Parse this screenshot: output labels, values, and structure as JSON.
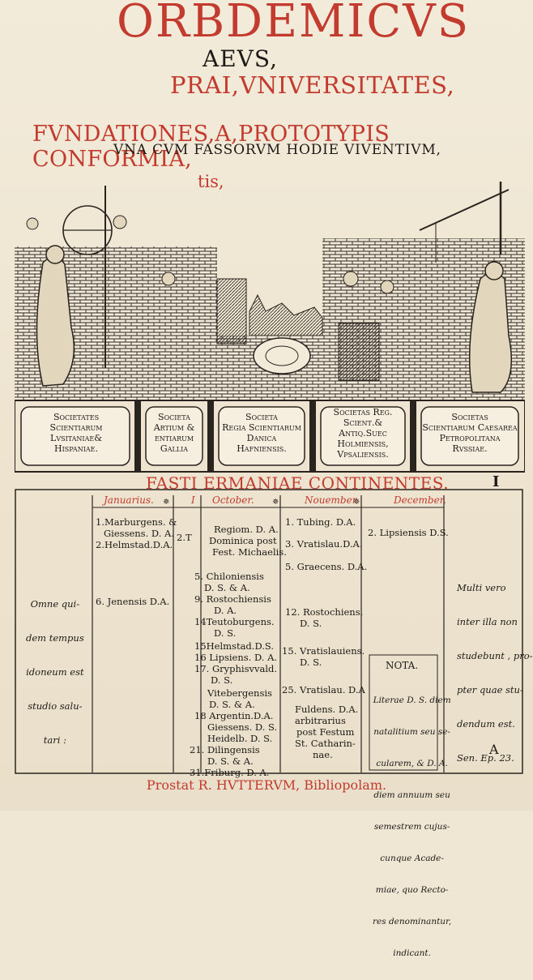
{
  "title": {
    "line1": "ORBDEMICVS",
    "line2": "AEVS,",
    "line3": "PRAI,VNIVERSITATES,",
    "line4": "FVNDATIONES,A,PROTOTYPIS CONFORMIA,",
    "line5": "VNA CVM FASSORVM HODIE VIVENTIVM,",
    "line6": "tis,"
  },
  "societies": [
    {
      "lines": [
        "Societates",
        "Scientiarum",
        "Lvsitaniae&",
        "Hispaniae."
      ]
    },
    {
      "lines": [
        "Societa",
        "Artium &",
        "entiarum",
        "Gallia"
      ]
    },
    {
      "lines": [
        "Societa",
        "Regia Scientiarum",
        "Danica",
        "Hafniensis."
      ]
    },
    {
      "lines": [
        "Societas Reg.",
        "Scient.& Antiq.Suec",
        "Holmiensis,",
        "Vpsaliensis."
      ]
    },
    {
      "lines": [
        "Societas",
        "Scientiarum Caesarea",
        "Petropolitana",
        "Rvssiae."
      ]
    }
  ],
  "fasti": {
    "title": "FASTI ERMANIAE CONTINENTES.",
    "page_number": "I",
    "months": [
      "Januarius.",
      "I",
      "October.",
      "Nouember.",
      "December."
    ],
    "left_note": [
      "Omne qui-",
      "dem tempus",
      "idoneum est",
      "studio salu-",
      "tari :"
    ],
    "right_note": [
      "Multi vero",
      "inter illa non",
      "studebunt , pro-",
      "pter quae stu-",
      "dendum est.",
      "Sen. Ep. 23."
    ],
    "jan_entries": [
      "1.Marburgens. &",
      "Giessens. D. A.",
      "2.Helmstad.D.A.",
      "6. Jenensis D.A."
    ],
    "col2_entry": "2.T",
    "oct_entries": [
      "Regiom. D. A.",
      "Dominica post",
      "Fest. Michaelis.",
      "5. Chiloniensis",
      "D. S. & A.",
      "9. Rostochiensis",
      "D. A.",
      "14Teutoburgens.",
      "D. S.",
      "15Helmstad.D.S.",
      "16 Lipsiens. D. A.",
      "17. Gryphisvvald.",
      "D. S.",
      "Vitebergensis",
      "D. S. & A.",
      "18 Argentin.D.A.",
      "Giessens. D. S.",
      "Heidelb. D. S.",
      "21. Dilingensis",
      "D. S. & A.",
      "31.Friburg. D. A."
    ],
    "nov_entries": [
      "1. Tubing. D.A.",
      "3. Vratislau.D.A.",
      "5. Graecens. D.A.",
      "12. Rostochiens.",
      "D. S.",
      "15. Vratislauiens.",
      "D. S.",
      "25. Vratislau. D.A",
      "Fuldens. D.A.",
      "arbitrarius",
      "post Festum",
      "St. Catharin-",
      "nae."
    ],
    "dec_entries": [
      "2. Lipsiensis D.S."
    ],
    "nota_title": "NOTA.",
    "nota_lines": [
      "Literae D. S. diem",
      "natalitium seu se-",
      "cularem, & D. A.",
      "diem annuum seu",
      "semestrem cujus-",
      "cunque Acade-",
      "miae, quo Recto-",
      "res denominantur,",
      "indicant."
    ],
    "signature": "A"
  },
  "footer": "Prostat R. HVTTERVM, Bibliopolam."
}
